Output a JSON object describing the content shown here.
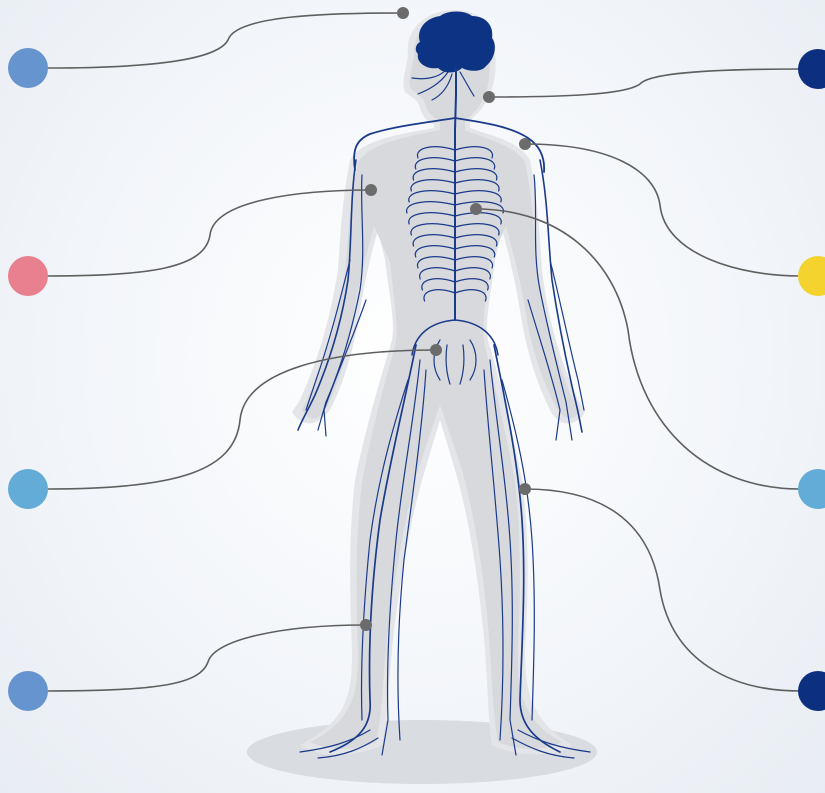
{
  "colors": {
    "background": "#f0f3f8",
    "body_silhouette": "#d7d9dd",
    "body_outline": "#e6e7ea",
    "shadow": "#d9dce1",
    "nerves": "#1a3a8a",
    "brain": "#0d3384",
    "connector_line": "#5f5f5f",
    "connector_dot": "#6b6b6b"
  },
  "markers": [
    {
      "id": "marker-brain",
      "side": "left",
      "color": "#6694cf",
      "target": "brain"
    },
    {
      "id": "marker-upper-arm",
      "side": "left",
      "color": "#e9808f",
      "target": "upper-arm-nerve"
    },
    {
      "id": "marker-pelvis",
      "side": "left",
      "color": "#62acd7",
      "target": "pelvic-plexus"
    },
    {
      "id": "marker-lower-leg",
      "side": "left",
      "color": "#6694cf",
      "target": "lower-leg-nerve"
    },
    {
      "id": "marker-spinal-cord",
      "side": "right",
      "color": "#0c2f80",
      "target": "spinal-cord"
    },
    {
      "id": "marker-shoulder",
      "side": "right",
      "color": "#f4d32f",
      "target": "brachial-plexus"
    },
    {
      "id": "marker-chest",
      "side": "right",
      "color": "#62acd7",
      "target": "intercostal-nerves"
    },
    {
      "id": "marker-thigh",
      "side": "right",
      "color": "#0c2f80",
      "target": "thigh-nerve"
    }
  ]
}
